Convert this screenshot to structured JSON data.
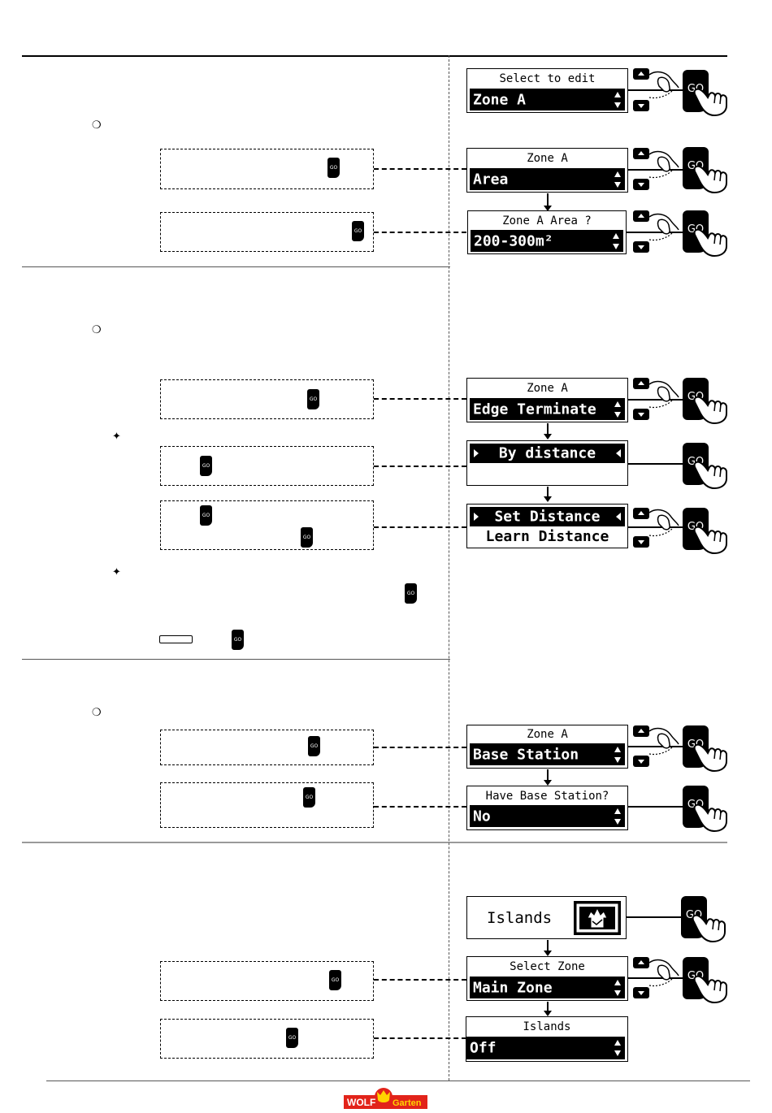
{
  "go_label": "GO",
  "screens": {
    "select_edit": {
      "title": "Select to edit",
      "value": "Zone A"
    },
    "zone_a_area": {
      "title": "Zone A",
      "value": "Area"
    },
    "zone_a_area_q": {
      "title": "Zone A Area ?",
      "value": "200-300m²"
    },
    "edge_terminate": {
      "title": "Zone A",
      "value": "Edge Terminate"
    },
    "by_distance": {
      "value": "By distance"
    },
    "set_distance": {
      "value": "Set Distance",
      "line2": "Learn Distance"
    },
    "base_station": {
      "title": "Zone A",
      "value": "Base Station"
    },
    "have_base": {
      "title": "Have Base Station?",
      "value": "No"
    },
    "islands_menu": {
      "value": "Islands"
    },
    "select_zone": {
      "title": "Select Zone",
      "value": "Main Zone"
    },
    "islands_set": {
      "title": "Islands",
      "value": "Off"
    }
  },
  "bullets": {
    "circle": "❍",
    "star": "✦"
  },
  "logo": {
    "brand_left": "WOLF",
    "brand_right": "Garten"
  },
  "colors": {
    "logo_red": "#e2231a",
    "logo_yellow": "#ffd400",
    "rule_gray": "#9a9a9a"
  }
}
